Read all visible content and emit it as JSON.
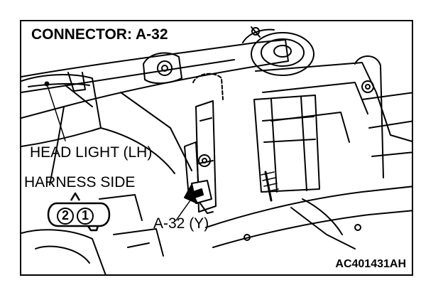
{
  "diagram": {
    "title": "CONNECTOR: A-32",
    "component_label": "HEAD LIGHT (LH)",
    "side_label": "HARNESS SIDE",
    "connector_label": "A-32 (Y)",
    "figure_code": "AC401431AH",
    "pins": [
      "2",
      "1"
    ],
    "colors": {
      "ink": "#000000",
      "paper": "#ffffff"
    }
  }
}
